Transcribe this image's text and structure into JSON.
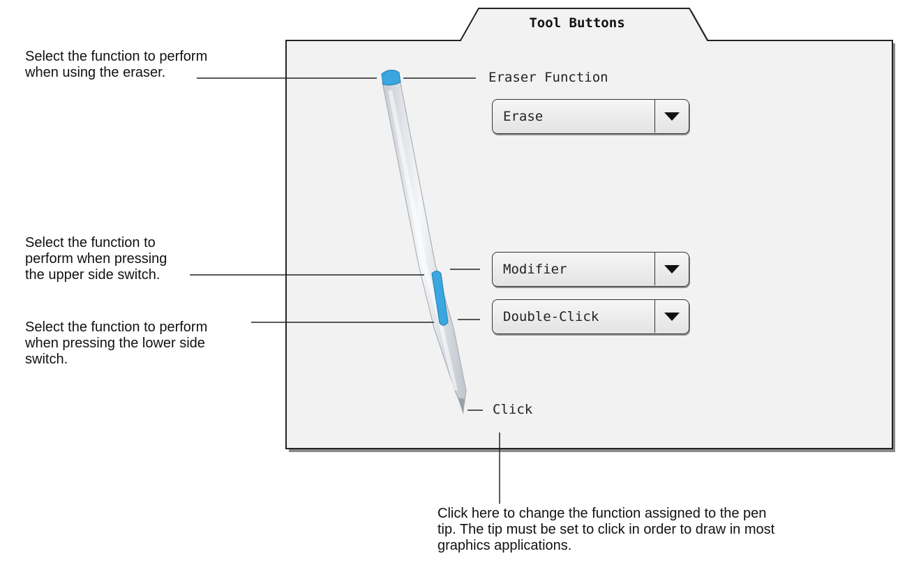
{
  "panel": {
    "tab_title": "Tool Buttons",
    "eraser_label": "Eraser Function",
    "tip_label": "Click",
    "eraser_dropdown_value": "Erase",
    "upper_switch_dropdown_value": "Modifier",
    "lower_switch_dropdown_value": "Double-Click"
  },
  "callouts": {
    "eraser": "Select the function to perform\nwhen using the eraser.",
    "upper_switch": "Select the function to\nperform when pressing\nthe upper side switch.",
    "lower_switch": "Select the function to perform\nwhen pressing the lower side\nswitch.",
    "tip": "Click here to change the function assigned to the pen\ntip.  The tip must be set to click in order to draw in most\ngraphics applications."
  },
  "colors": {
    "panel_bg": "#f2f2f2",
    "pen_body": "#e2e6ea",
    "pen_accent": "#3aa7e0"
  }
}
